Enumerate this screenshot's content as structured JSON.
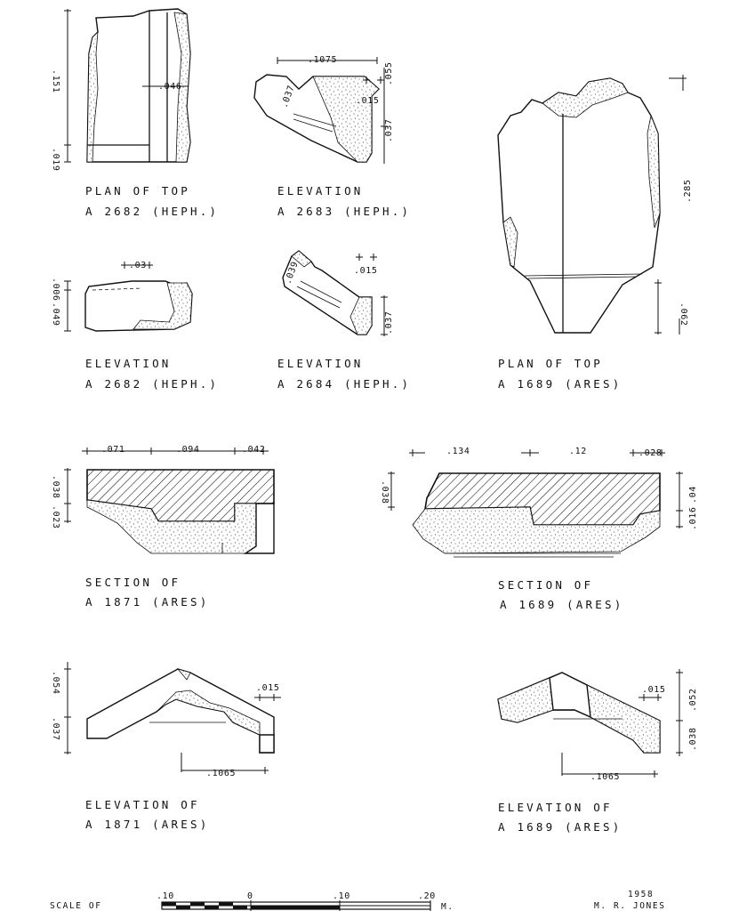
{
  "drawings": {
    "plan_top_a2682": {
      "caption": [
        "PLAN OF TOP",
        "A 2682 (HEPH.)"
      ],
      "dims": [
        ".151",
        ".019",
        ".046"
      ]
    },
    "elev_a2683": {
      "caption": [
        "ELEVATION",
        "A 2683 (HEPH.)"
      ],
      "dims": [
        ".1075",
        ".015",
        ".055",
        ".037",
        ".037"
      ]
    },
    "plan_top_a1689": {
      "caption": [
        "PLAN OF TOP",
        "A 1689 (ARES)"
      ],
      "dims": [
        ".285",
        ".062"
      ]
    },
    "elev_a2682": {
      "caption": [
        "ELEVATION",
        "A 2682 (HEPH.)"
      ],
      "dims": [
        ".03",
        ".006",
        ".049"
      ]
    },
    "elev_a2684": {
      "caption": [
        "ELEVATION",
        "A 2684 (HEPH.)"
      ],
      "dims": [
        ".015",
        ".039",
        ".037"
      ]
    },
    "section_a1871": {
      "caption": [
        "SECTION OF",
        "A 1871 (ARES)"
      ],
      "dims": [
        ".071",
        ".094",
        ".042",
        ".038",
        ".023"
      ]
    },
    "section_a1689": {
      "caption": [
        "SECTION OF",
        "A 1689 (ARES)"
      ],
      "dims": [
        ".134",
        ".12",
        ".028",
        ".038",
        ".04",
        ".016"
      ]
    },
    "elev_of_a1871": {
      "caption": [
        "ELEVATION OF",
        "A 1871 (ARES)"
      ],
      "dims": [
        ".015",
        ".054",
        ".037",
        ".1065"
      ]
    },
    "elev_of_a1689": {
      "caption": [
        "ELEVATION OF",
        "A 1689 (ARES)"
      ],
      "dims": [
        ".015",
        ".052",
        ".038",
        ".1065"
      ]
    }
  },
  "scale": {
    "label": "SCALE OF",
    "ticks": [
      ".10",
      "0",
      ".10",
      ".20"
    ],
    "unit": "M."
  },
  "credit": {
    "year": "1958",
    "author": "M. R. JONES"
  }
}
